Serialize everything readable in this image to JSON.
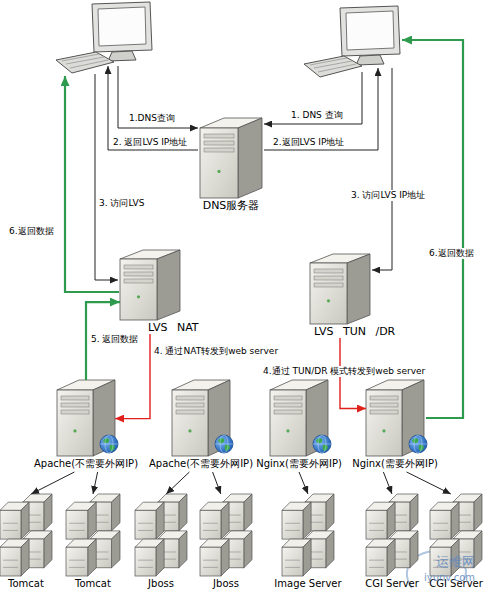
{
  "diagram": {
    "nodes": [
      {
        "text": [
          "DNS服务器"
        ]
      },
      {
        "text": [
          "LVS NAT"
        ]
      },
      {
        "text": [
          "LVS TUN /DR"
        ]
      },
      {
        "text": [
          "Apache(不需要外网IP)"
        ]
      },
      {
        "text": [
          "Apache(不需要外网IP)"
        ]
      },
      {
        "text": [
          "Nginx(需要外网IP)"
        ]
      },
      {
        "text": [
          "Nginx(需要外网IP)"
        ]
      },
      {
        "text": [
          "Tomcat"
        ]
      },
      {
        "text": [
          "Tomcat"
        ]
      },
      {
        "text": [
          "Jboss"
        ]
      },
      {
        "text": [
          "Jboss"
        ]
      },
      {
        "text": [
          "Image Server"
        ]
      },
      {
        "text": [
          "CGI Server"
        ]
      },
      {
        "text": [
          "CGI Server"
        ]
      }
    ],
    "edges": [
      {
        "from": 1,
        "to": 3,
        "arrow": "to",
        "label": "4. 通过NAT转发到web server"
      },
      {
        "from": 3,
        "to": 1,
        "arrow": "to",
        "label": "5. 返回数据"
      },
      {
        "from": 2,
        "to": 6,
        "arrow": "to",
        "label": "4.通过 TUN/DR 模式转发到web server"
      },
      {
        "from": 3,
        "to": 7,
        "arrow": "to"
      },
      {
        "from": 3,
        "to": 8,
        "arrow": "to"
      },
      {
        "from": 4,
        "to": 9,
        "arrow": "to"
      },
      {
        "from": 4,
        "to": 10,
        "arrow": "to"
      },
      {
        "from": 5,
        "to": 11,
        "arrow": "to"
      },
      {
        "from": 6,
        "to": 12,
        "arrow": "to"
      },
      {
        "from": 6,
        "to": 13,
        "arrow": "to"
      }
    ],
    "labels": [
      "1.DNS查询",
      "2. 返回LVS IP地址",
      "3. 访问LVS",
      "6.返回数据",
      "1. DNS 查询",
      "2.返回LVS IP地址",
      "3. 访问LVS IP地址",
      "6.返回数据",
      "运维网",
      "iyunv.com"
    ]
  }
}
